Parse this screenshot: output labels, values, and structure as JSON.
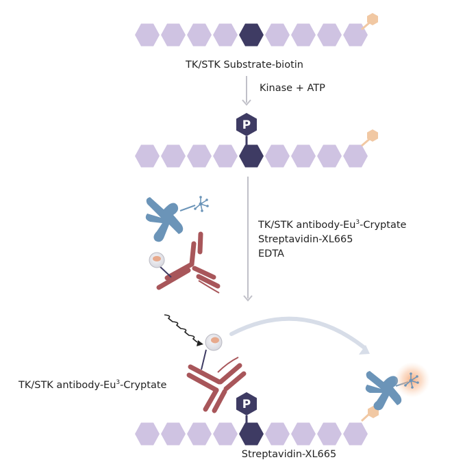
{
  "diagram": {
    "substrate_label": "TK/STK Substrate-biotin",
    "step1_label": "Kinase + ATP",
    "phospho_symbol": "P",
    "reagents": {
      "line1_pre": "TK/STK antibody-Eu",
      "line1_sup": "3",
      "line1_post": "-Cryptate",
      "line2": "Streptavidin-XL665",
      "line3": "EDTA"
    },
    "antibody_label": {
      "pre": "TK/STK antibody-Eu",
      "sup": "3",
      "post": "-Cryptate"
    },
    "streptavidin_label": "Streptavidin-XL665"
  },
  "colors": {
    "hex_light": "#cfc3e2",
    "hex_dark": "#3e3b63",
    "biotin": "#f1c8a3",
    "arrow": "#c0c0c8",
    "antibody": "#a8565a",
    "streptavidin": "#6b94b8",
    "glow": "#f4a06b"
  }
}
